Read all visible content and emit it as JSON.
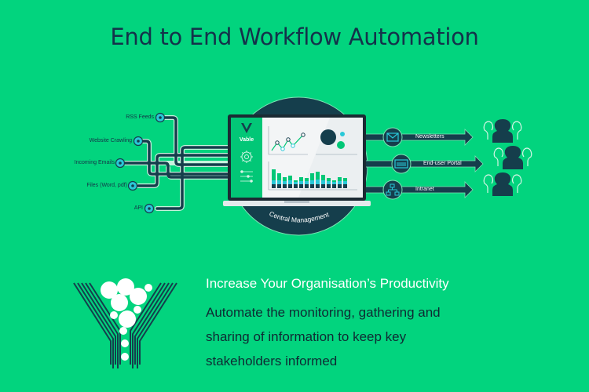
{
  "page": {
    "title": "End to End Workflow Automation",
    "background_color": "#02d47e",
    "dark_color": "#153e4c",
    "accent_cyan": "#29c8d8"
  },
  "sources": {
    "items": [
      {
        "label": "RSS Feeds"
      },
      {
        "label": "Website Crawling"
      },
      {
        "label": "Incoming Emails"
      },
      {
        "label": "Files (Word, pdf)"
      },
      {
        "label": "API"
      }
    ]
  },
  "laptop": {
    "brand": "Vable",
    "hub_label": "Central Management"
  },
  "channels": {
    "items": [
      {
        "label": "Newsletters",
        "icon": "envelope-icon"
      },
      {
        "label": "End-user Portal",
        "icon": "browser-window-icon"
      },
      {
        "label": "Intranet",
        "icon": "network-tree-icon"
      }
    ]
  },
  "footer": {
    "tagline": "Increase Your Organisation’s Productivity",
    "description_lines": [
      "Automate the monitoring, gathering and",
      "sharing of information to keep key",
      "stakeholders informed"
    ]
  }
}
